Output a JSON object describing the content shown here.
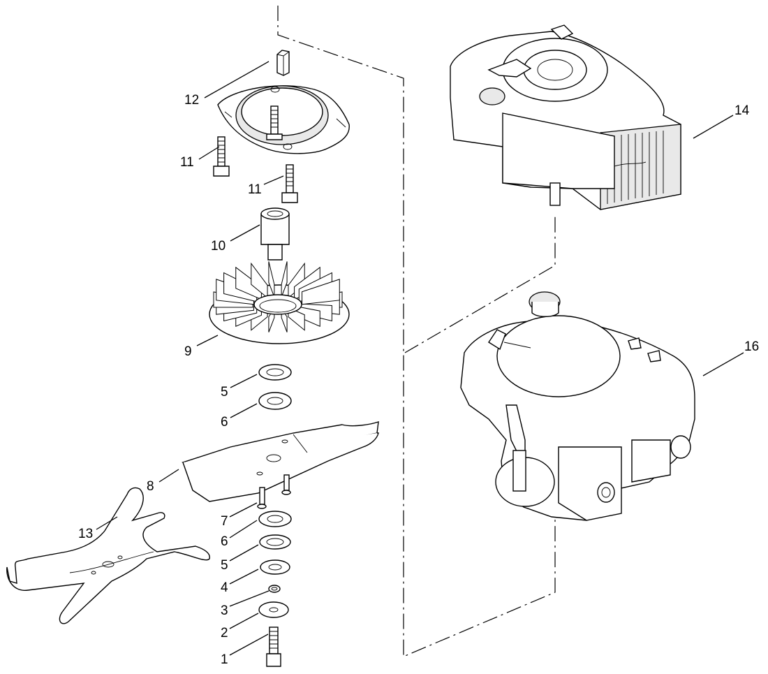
{
  "diagram": {
    "callouts": {
      "c1": "1",
      "c2": "2",
      "c3": "3",
      "c4": "4",
      "c5a": "5",
      "c5b": "5",
      "c6a": "6",
      "c6b": "6",
      "c7": "7",
      "c8": "8",
      "c9": "9",
      "c10": "10",
      "c11a": "11",
      "c11b": "11",
      "c12": "12",
      "c13": "13",
      "c14": "14",
      "c16": "16"
    }
  }
}
